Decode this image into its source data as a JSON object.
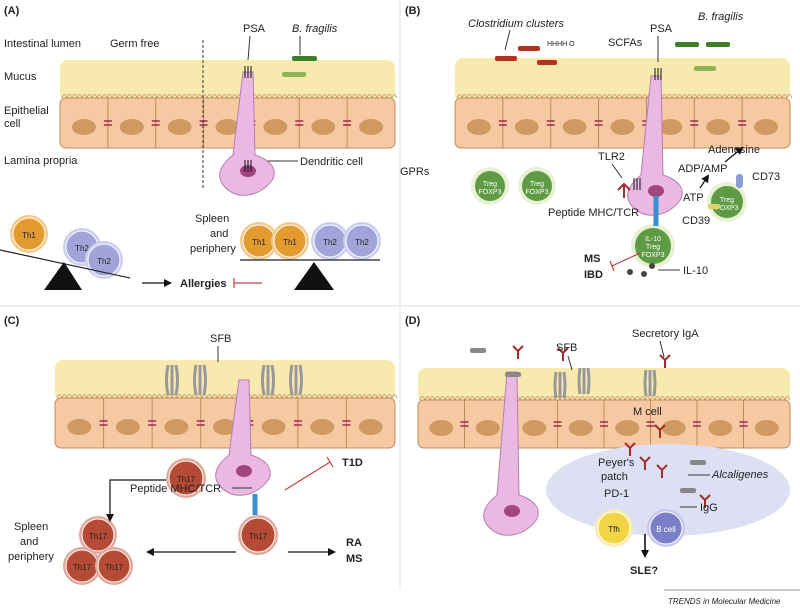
{
  "colors": {
    "mucus": "#f8eaae",
    "epithelial": "#f6c9a3",
    "nucleus": "#cf9a62",
    "dendritic": "#eab8e3",
    "treg_fill": "#5f9b44",
    "treg_ring": "#e7f1d4",
    "th1": "#e39a2f",
    "th2": "#a0a4d8",
    "th17": "#b54a35",
    "peyer": "#dde0f3",
    "bacteria_green": "#3d7f27",
    "bacteria_red": "#b3311f",
    "igA": "#a32c2c"
  },
  "panelA": {
    "letter": "(A)",
    "row_lumen": "Intestinal lumen",
    "row_mucus": "Mucus",
    "row_epi1": "Epithelial",
    "row_epi2": "cell",
    "row_lp": "Lamina propria",
    "germ_free": "Germ free",
    "psa": "PSA",
    "bfragilis": "B. fragilis",
    "dendritic": "Dendritic cell",
    "th1": "Th1",
    "th2": "Th2",
    "spleen1": "Spleen",
    "spleen2": "and",
    "spleen3": "periphery",
    "allergies": "Allergies"
  },
  "panelB": {
    "letter": "(B)",
    "clostridium": "Clostridium clusters",
    "scfas": "SCFAs",
    "psa": "PSA",
    "bfragilis": "B. fragilis",
    "gprs": "GPRs",
    "treg": "Treg",
    "foxp3": "FOXP3",
    "tlr2": "TLR2",
    "adenosine": "Adenosine",
    "adp_amp": "ADP/AMP",
    "cd73": "CD73",
    "atp": "ATP",
    "cd39": "CD39",
    "peptide": "Peptide MHC/TCR",
    "il10_inner": "IL-10",
    "ms": "MS",
    "ibd": "IBD",
    "il10": "IL-10"
  },
  "panelC": {
    "letter": "(C)",
    "sfb": "SFB",
    "th17": "Th17",
    "peptide": "Peptide MHC/TCR",
    "t1d": "T1D",
    "ra": "RA",
    "ms": "MS",
    "spleen1": "Spleen",
    "spleen2": "and",
    "spleen3": "periphery"
  },
  "panelD": {
    "letter": "(D)",
    "sfb": "SFB",
    "secretory_iga": "Secretory IgA",
    "m_cell": "M cell",
    "peyers1": "Peyer's",
    "peyers2": "patch",
    "pd1": "PD-1",
    "alcaligenes": "Alcaligenes",
    "tfh": "Tfh",
    "bcell": "B cell",
    "igg": "IgG",
    "sle": "SLE?"
  },
  "footer": "TRENDS in Molecular Medicine"
}
